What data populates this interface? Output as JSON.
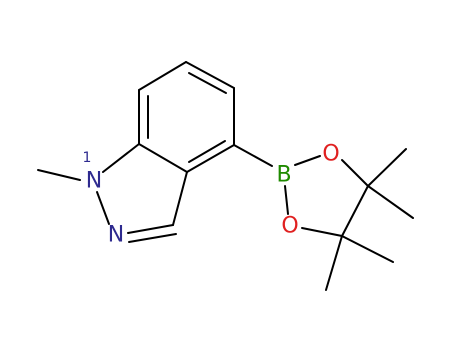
{
  "molecule": {
    "atoms": {
      "n1": {
        "symbol": "N",
        "locant": "1",
        "color": "#2e2a8f"
      },
      "n2": {
        "symbol": "N",
        "color": "#2e2a8f"
      },
      "boron": {
        "symbol": "B",
        "color": "#1f8a00"
      },
      "o_top": {
        "symbol": "O",
        "color": "#e02020"
      },
      "o_bottom": {
        "symbol": "O",
        "color": "#e02020"
      }
    },
    "bond_color": "#000000"
  }
}
